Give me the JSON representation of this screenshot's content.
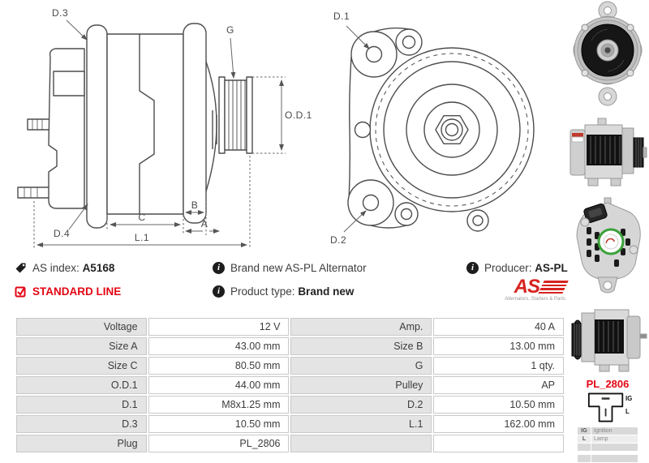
{
  "colors": {
    "accent_red": "#e30613",
    "table_label_bg": "#e4e4e4",
    "diagram_line": "#4d4d4d"
  },
  "dims": {
    "d3": "D.3",
    "g": "G",
    "od1": "O.D.1",
    "d4": "D.4",
    "c": "C",
    "b": "B",
    "a": "A",
    "l1": "L.1",
    "d1": "D.1",
    "d2": "D.2"
  },
  "info": {
    "as_index_label": "AS index:",
    "as_index_value": "A5168",
    "standard_line": "STANDARD LINE",
    "brand_line": "Brand new AS-PL Alternator",
    "product_type_label": "Product type:",
    "product_type_value": "Brand new",
    "producer_label": "Producer:",
    "producer_value": "AS-PL",
    "info_glyph": "i",
    "logo": {
      "text": "AS",
      "subtext": "Alternators, Starters & Parts"
    }
  },
  "spec_table": {
    "rows": [
      {
        "l1": "Voltage",
        "v1": "12 V",
        "l2": "Amp.",
        "v2": "40 A"
      },
      {
        "l1": "Size A",
        "v1": "43.00 mm",
        "l2": "Size B",
        "v2": "13.00 mm"
      },
      {
        "l1": "Size C",
        "v1": "80.50 mm",
        "l2": "G",
        "v2": "1 qty."
      },
      {
        "l1": "O.D.1",
        "v1": "44.00 mm",
        "l2": "Pulley",
        "v2": "AP"
      },
      {
        "l1": "D.1",
        "v1": "M8x1.25 mm",
        "l2": "D.2",
        "v2": "10.50 mm"
      },
      {
        "l1": "D.3",
        "v1": "10.50 mm",
        "l2": "L.1",
        "v2": "162.00 mm"
      },
      {
        "l1": "Plug",
        "v1": "PL_2806",
        "l2": "",
        "v2": ""
      }
    ]
  },
  "plug": {
    "code": "PL_2806",
    "pin_ig": "IG",
    "pin_l": "L",
    "legend": [
      {
        "pin": "IG",
        "desc": "Ignition"
      },
      {
        "pin": "L",
        "desc": "Lamp"
      },
      {
        "pin": "",
        "desc": ""
      },
      {
        "pin": "",
        "desc": ""
      }
    ]
  }
}
